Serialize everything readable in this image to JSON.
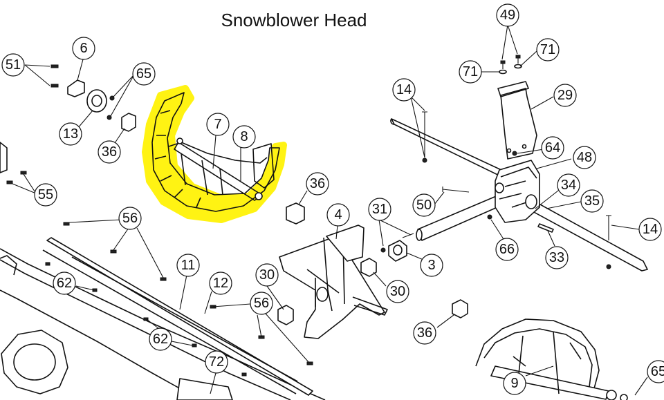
{
  "title": "Snowblower Head",
  "highlight_color": "#fff200",
  "callouts": [
    {
      "id": "c49a",
      "label": "49"
    },
    {
      "id": "c71a",
      "label": "71"
    },
    {
      "id": "c71b",
      "label": "71"
    },
    {
      "id": "c6",
      "label": "6"
    },
    {
      "id": "c51",
      "label": "51"
    },
    {
      "id": "c65a",
      "label": "65"
    },
    {
      "id": "c13",
      "label": "13"
    },
    {
      "id": "c36a",
      "label": "36"
    },
    {
      "id": "c7",
      "label": "7"
    },
    {
      "id": "c8",
      "label": "8"
    },
    {
      "id": "c14a",
      "label": "14"
    },
    {
      "id": "c29",
      "label": "29"
    },
    {
      "id": "c64",
      "label": "64"
    },
    {
      "id": "c48",
      "label": "48"
    },
    {
      "id": "c55",
      "label": "55"
    },
    {
      "id": "c36b",
      "label": "36"
    },
    {
      "id": "c34",
      "label": "34"
    },
    {
      "id": "c35",
      "label": "35"
    },
    {
      "id": "c50",
      "label": "50"
    },
    {
      "id": "c31",
      "label": "31"
    },
    {
      "id": "c4",
      "label": "4"
    },
    {
      "id": "c56a",
      "label": "56"
    },
    {
      "id": "c14b",
      "label": "14"
    },
    {
      "id": "c66",
      "label": "66"
    },
    {
      "id": "c33",
      "label": "33"
    },
    {
      "id": "c3",
      "label": "3"
    },
    {
      "id": "c62a",
      "label": "62"
    },
    {
      "id": "c11",
      "label": "11"
    },
    {
      "id": "c12",
      "label": "12"
    },
    {
      "id": "c30a",
      "label": "30"
    },
    {
      "id": "c30b",
      "label": "30"
    },
    {
      "id": "c56b",
      "label": "56"
    },
    {
      "id": "c36c",
      "label": "36"
    },
    {
      "id": "c62b",
      "label": "62"
    },
    {
      "id": "c72",
      "label": "72"
    },
    {
      "id": "c9",
      "label": "9"
    },
    {
      "id": "c65b",
      "label": "65"
    }
  ]
}
